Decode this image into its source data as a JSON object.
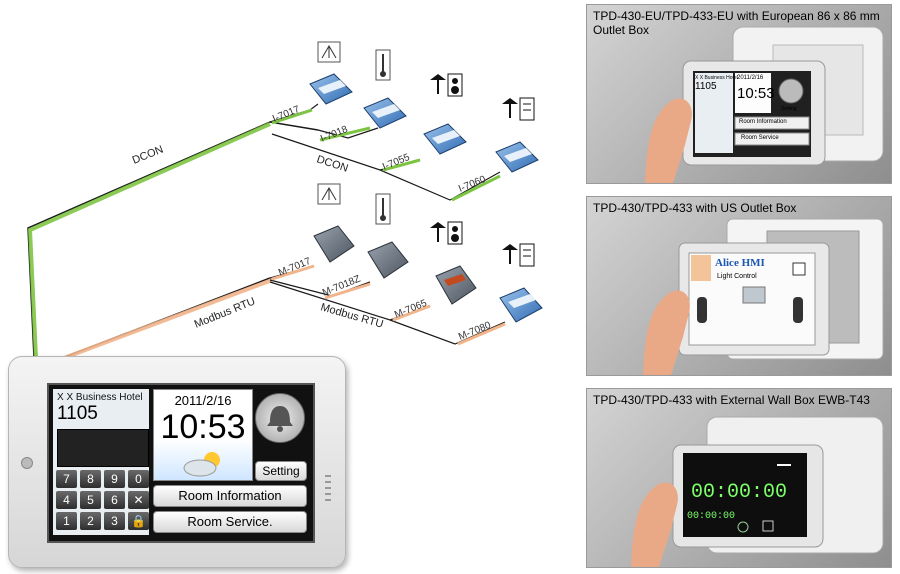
{
  "network": {
    "dcon_labels": [
      "DCON",
      "DCON"
    ],
    "modbus_labels": [
      "Modbus RTU",
      "Modbus RTU"
    ],
    "dcon_modules": [
      "I-7017",
      "I-7018",
      "I-7055",
      "I-7060"
    ],
    "modbus_modules": [
      "M-7017",
      "M-7018Z",
      "M-7065",
      "M-7080"
    ]
  },
  "panel": {
    "hotel": "X X Business Hotel",
    "room": "1105",
    "date": "2011/2/16",
    "time": "10:53",
    "keys": [
      "7",
      "8",
      "9",
      "0",
      "4",
      "5",
      "6",
      "✕",
      "1",
      "2",
      "3",
      "🔒"
    ],
    "setting": "Setting",
    "room_information": "Room Information",
    "room_service": "Room Service."
  },
  "photos": [
    {
      "title": "TPD-430-EU/TPD-433-EU with European 86 x 86 mm Outlet Box",
      "screen": {
        "hotel": "X X Business Hotel",
        "room": "1105",
        "date": "2011/2/16",
        "time": "10:53",
        "setting": "Setting",
        "info": "Room Information",
        "service": "Room Service"
      }
    },
    {
      "title": "TPD-430/TPD-433 with US Outlet Box",
      "screen": {
        "brand": "Alice HMI",
        "sub": "Light Control"
      }
    },
    {
      "title": "TPD-430/TPD-433 with External Wall Box EWB-T43",
      "screen": {
        "big": "00:00:00",
        "small": "00:00:00"
      }
    }
  ],
  "colors": {
    "dcon": "#7dc443",
    "modbus": "#f2b48a",
    "wire": "#1a1a1a"
  }
}
